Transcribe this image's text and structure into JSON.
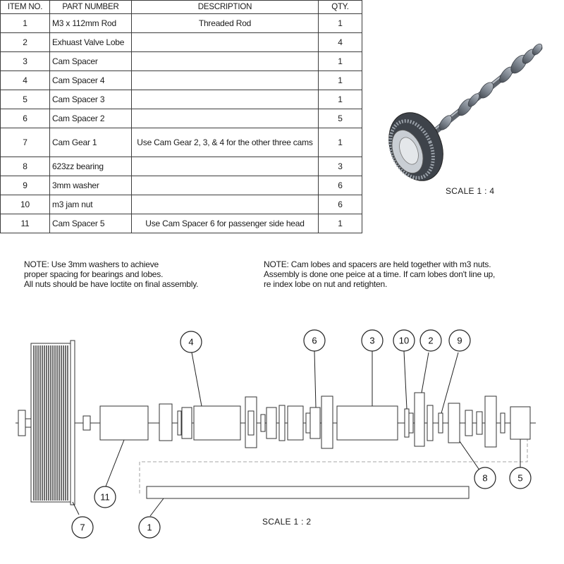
{
  "bom": {
    "headers": [
      "ITEM NO.",
      "PART NUMBER",
      "DESCRIPTION",
      "QTY."
    ],
    "rows": [
      {
        "item": "1",
        "part": "M3 x 112mm Rod",
        "desc": "Threaded Rod",
        "qty": "1"
      },
      {
        "item": "2",
        "part": "Exhuast Valve Lobe",
        "desc": "",
        "qty": "4"
      },
      {
        "item": "3",
        "part": "Cam Spacer",
        "desc": "",
        "qty": "1"
      },
      {
        "item": "4",
        "part": "Cam Spacer 4",
        "desc": "",
        "qty": "1"
      },
      {
        "item": "5",
        "part": "Cam Spacer 3",
        "desc": "",
        "qty": "1"
      },
      {
        "item": "6",
        "part": "Cam Spacer 2",
        "desc": "",
        "qty": "5"
      },
      {
        "item": "7",
        "part": "Cam Gear 1",
        "desc": "Use Cam Gear 2, 3, & 4 for the other three cams",
        "qty": "1"
      },
      {
        "item": "8",
        "part": "623zz bearing",
        "desc": "",
        "qty": "3"
      },
      {
        "item": "9",
        "part": "3mm washer",
        "desc": "",
        "qty": "6"
      },
      {
        "item": "10",
        "part": "m3 jam nut",
        "desc": "",
        "qty": "6"
      },
      {
        "item": "11",
        "part": "Cam Spacer 5",
        "desc": "Use Cam Spacer 6 for passenger side head",
        "qty": "1"
      }
    ]
  },
  "notes": {
    "left": "NOTE: Use 3mm washers to achieve\nproper spacing for bearings and lobes.\nAll nuts should be have loctite on final assembly.",
    "right": "NOTE: Cam lobes and spacers are held together with m3 nuts.\n Assembly is done one peice at a time. If cam lobes don't line up,\nre index lobe on nut and retighten."
  },
  "captions": {
    "iso": "SCALE 1 : 4",
    "side": "SCALE 1 : 2"
  },
  "balloons": [
    {
      "id": "b4",
      "label": "4"
    },
    {
      "id": "b6",
      "label": "6"
    },
    {
      "id": "b3",
      "label": "3"
    },
    {
      "id": "b10",
      "label": "10"
    },
    {
      "id": "b2",
      "label": "2"
    },
    {
      "id": "b9",
      "label": "9"
    },
    {
      "id": "b11",
      "label": "11"
    },
    {
      "id": "b8",
      "label": "8"
    },
    {
      "id": "b5",
      "label": "5"
    },
    {
      "id": "b7",
      "label": "7"
    },
    {
      "id": "b1",
      "label": "1"
    }
  ],
  "colors": {
    "line": "#333333",
    "metal": "#7f8791",
    "metal_dark": "#4a5058"
  }
}
